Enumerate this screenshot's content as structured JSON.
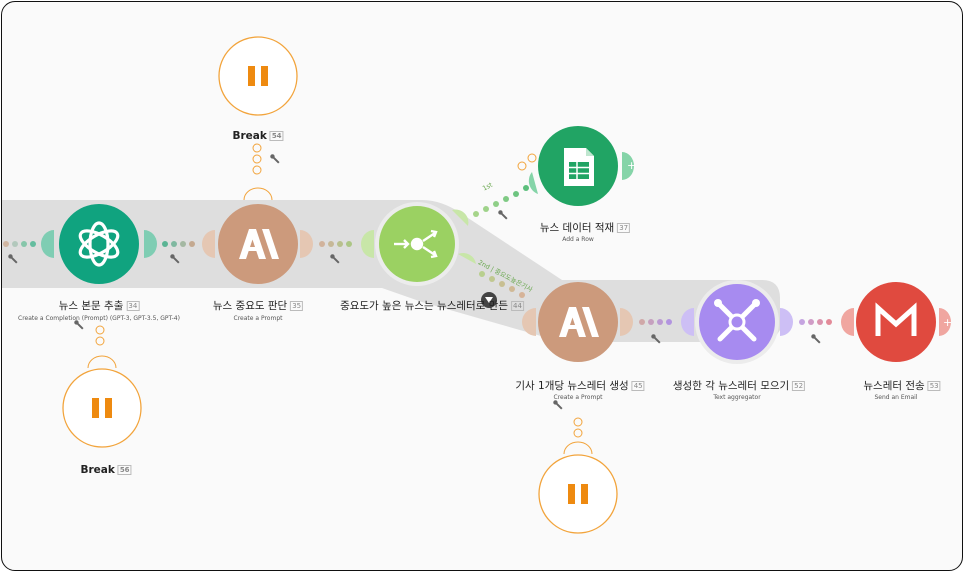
{
  "modules": {
    "extract": {
      "title": "뉴스 본문 추출",
      "id": "34",
      "subtitle": "Create a Completion (Prompt) (GPT-3, GPT-3.5, GPT-4)",
      "app_icon": "openai-icon"
    },
    "judge": {
      "title": "뉴스 중요도 판단",
      "id": "35",
      "subtitle": "Create a Prompt",
      "app_icon": "anthropic-icon"
    },
    "router": {
      "title": "중요도가 높은 뉴스는 뉴스레터로 만든",
      "id": "44",
      "app_icon": "router-icon"
    },
    "sheet": {
      "title": "뉴스 데이터 적재",
      "id": "37",
      "subtitle": "Add a Row",
      "app_icon": "google-sheets-icon"
    },
    "newsletter": {
      "title": "기사 1개당 뉴스레터 생성",
      "id": "45",
      "subtitle": "Create a Prompt",
      "app_icon": "anthropic-icon"
    },
    "aggregator": {
      "title": "생성한 각 뉴스레터 모으기",
      "id": "52",
      "subtitle": "Text aggregator",
      "app_icon": "tools-icon"
    },
    "email": {
      "title": "뉴스레터 전송",
      "id": "53",
      "subtitle": "Send an Email",
      "app_icon": "gmail-icon"
    }
  },
  "breaks": {
    "top": {
      "title": "Break",
      "id": "54"
    },
    "left": {
      "title": "Break",
      "id": "56"
    }
  },
  "routes": {
    "first": "1st",
    "second": "2nd",
    "second_filter": "중요도높은기사"
  },
  "colors": {
    "openai": "#10a37f",
    "anthropic": "#cc9a7c",
    "router": "#9bd162",
    "sheets": "#21a464",
    "tools": "#a78bf0",
    "gmail": "#e04a3f",
    "break": "#f2a43c",
    "highlight": "#d8d8d8"
  }
}
